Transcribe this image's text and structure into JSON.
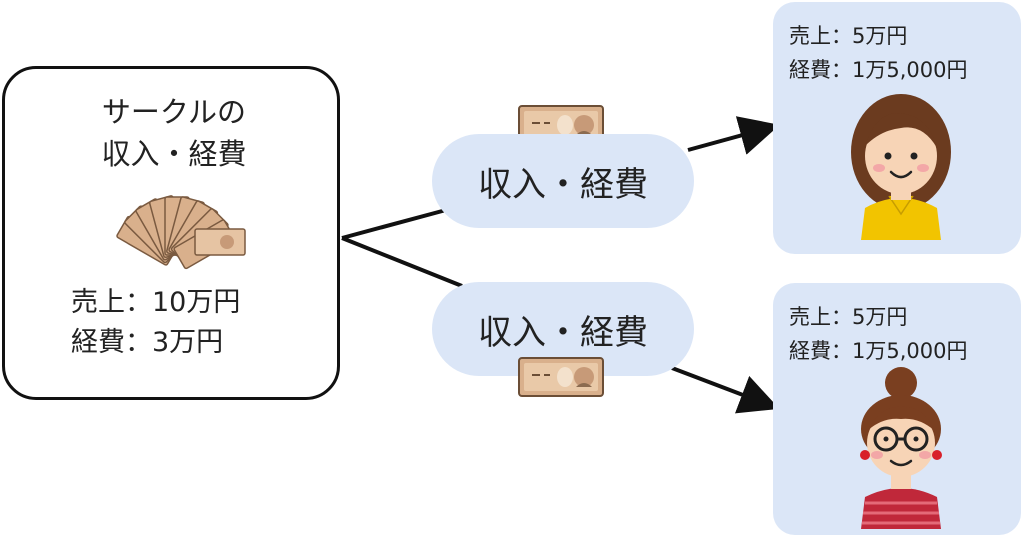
{
  "circle": {
    "title_line1": "サークルの",
    "title_line2": "収入・経費",
    "sales": "売上：10万円",
    "expenses": "経費：3万円"
  },
  "flows": [
    {
      "label": "収入・経費"
    },
    {
      "label": "収入・経費"
    }
  ],
  "members": [
    {
      "sales": "売上：5万円",
      "expenses": "経費：1万5,000円"
    },
    {
      "sales": "売上：5万円",
      "expenses": "経費：1万5,000円"
    }
  ],
  "colors": {
    "box_fill": "#dbe6f7",
    "banknote": "#d9b08c",
    "member1_shirt": "#f2c400",
    "member2_shirt": "#c0283a"
  },
  "icons": [
    "banknote-icon",
    "banknote-fan-icon",
    "woman-avatar-icon",
    "woman-glasses-avatar-icon"
  ]
}
